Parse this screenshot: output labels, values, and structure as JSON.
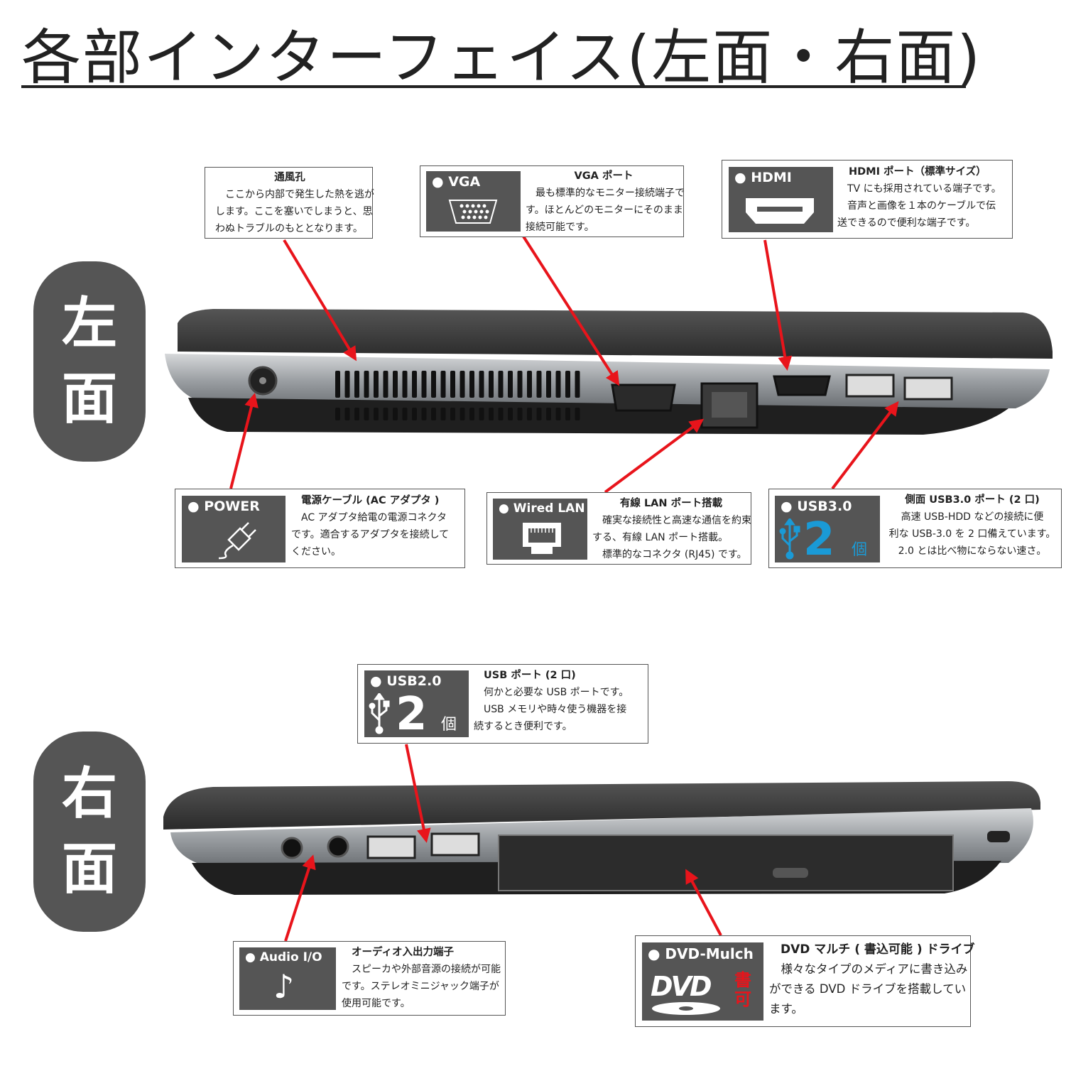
{
  "title": "各部インターフェイス(左面・右面)",
  "sides": {
    "left": {
      "chars": [
        "左",
        "面"
      ]
    },
    "right": {
      "chars": [
        "右",
        "面"
      ]
    }
  },
  "colors": {
    "badge": "#555555",
    "arrow": "#e8141b",
    "usb3_accent": "#1a9ad6",
    "dvd_write": "#e8141b"
  },
  "callouts": [
    {
      "id": "vent",
      "heading": "通風孔",
      "lines": [
        "　ここから内部で発生した熱を逃が",
        "します。ここを塞いでしまうと、思",
        "わぬトラブルのもととなります。"
      ]
    },
    {
      "id": "vga",
      "label": "● VGA",
      "icon": "vga-connector-icon",
      "heading": "VGA ポート",
      "lines": [
        "　最も標準的なモニター接続端子で",
        "す。ほとんどのモニターにそのまま",
        "接続可能です。"
      ]
    },
    {
      "id": "hdmi",
      "label": "● HDMI",
      "icon": "hdmi-connector-icon",
      "heading": "HDMI ポート（標準サイズ）",
      "lines": [
        "　TV にも採用されている端子です。",
        "　音声と画像を１本のケーブルで伝",
        "送できるので便利な端子です。"
      ]
    },
    {
      "id": "power",
      "label": "● POWER",
      "icon": "power-plug-icon",
      "heading": "電源ケーブル (AC アダプタ )",
      "lines": [
        "　AC アダプタ給電の電源コネクタ",
        "です。適合するアダプタを接続して",
        "ください。"
      ]
    },
    {
      "id": "lan",
      "label": "● Wired LAN",
      "icon": "ethernet-port-icon",
      "heading": "有線 LAN ポート搭載",
      "lines": [
        "　確実な接続性と高速な通信を約束",
        "する、有線 LAN ポート搭載。",
        "　標準的なコネクタ (RJ45) です。"
      ]
    },
    {
      "id": "usb3",
      "label": "● USB3.0",
      "icon": "usb-icon",
      "count": "2",
      "count_unit": "個",
      "heading": "側面 USB3.0 ポート (2 口)",
      "lines": [
        "高速 USB-HDD などの接続に便",
        "利な USB-3.0 を 2 口備えています。",
        "2.0 とは比べ物にならない速さ。"
      ]
    },
    {
      "id": "usb2",
      "label": "● USB2.0",
      "icon": "usb-icon",
      "count": "2",
      "count_unit": "個",
      "heading": "USB ポート (2 口)",
      "lines": [
        "　何かと必要な USB ポートです。",
        "　USB メモリや時々使う機器を接",
        "続するとき便利です。"
      ]
    },
    {
      "id": "audio",
      "label": "● Audio I/O",
      "icon": "music-note-icon",
      "icon_glyph": "♪",
      "heading": "オーディオ入出力端子",
      "lines": [
        "　スピーカや外部音源の接続が可能",
        "です。ステレオミニジャック端子が",
        "使用可能です。"
      ]
    },
    {
      "id": "dvd",
      "label": "● DVD-Mulch",
      "icon": "dvd-logo-icon",
      "logo_text": "DVD",
      "write_badge": "書可",
      "heading": "DVD マルチ ( 書込可能 ) ドライブ",
      "lines": [
        "　様々なタイプのメディアに書き込み",
        "ができる DVD ドライブを搭載してい",
        "ます。"
      ]
    }
  ]
}
